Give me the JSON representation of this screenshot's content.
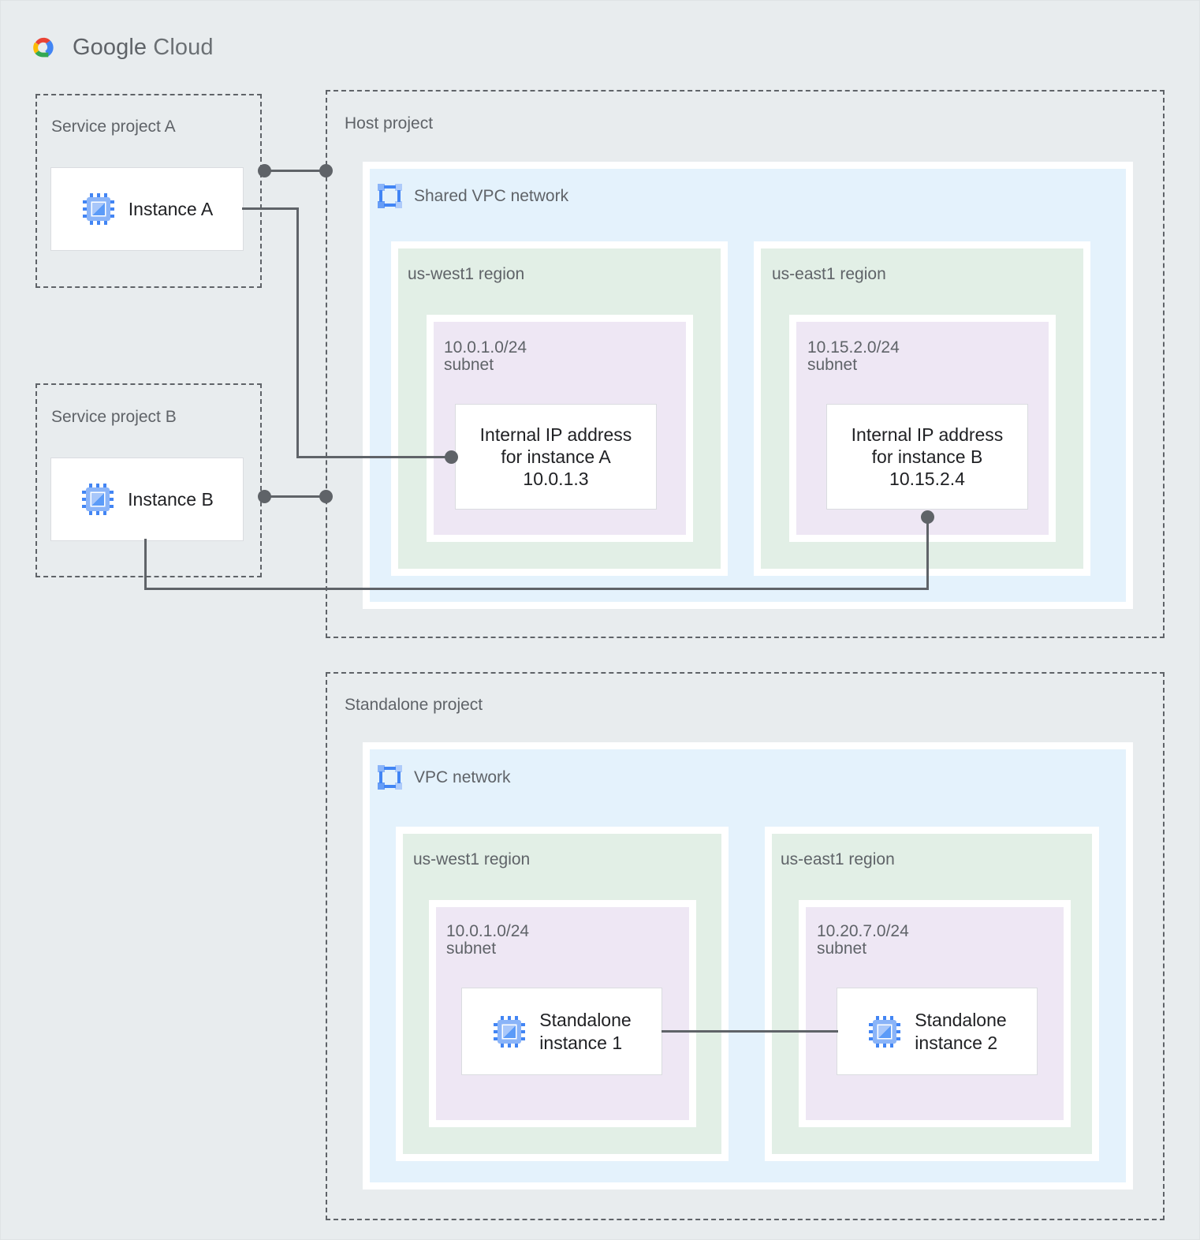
{
  "brand": {
    "name_bold": "Google",
    "name_light": "Cloud",
    "logo_icon": "google-cloud-logo",
    "colors": {
      "red": "#ea4335",
      "blue": "#4285f4",
      "yellow": "#fbbc04",
      "green": "#34a853"
    }
  },
  "palette": {
    "page_background": "#e8ecee",
    "vpc_fill": "#e4f2fc",
    "region_fill": "#e2efe6",
    "subnet_fill": "#eee7f4",
    "card_fill": "#ffffff",
    "label_text": "#5f6368",
    "card_text": "#202124",
    "connector": "#5f6368",
    "icon_blue": "#4285f4",
    "icon_blue_light": "#8ab4f8"
  },
  "service_project_a": {
    "label": "Service project A",
    "instance": {
      "label": "Instance A",
      "icon": "compute-instance-chip-icon"
    }
  },
  "service_project_b": {
    "label": "Service project B",
    "instance": {
      "label": "Instance B",
      "icon": "compute-instance-chip-icon"
    }
  },
  "host_project": {
    "label": "Host project",
    "network": {
      "label": "Shared VPC network",
      "icon": "vpc-network-icon"
    },
    "regions": [
      {
        "label": "us-west1 region",
        "subnet": {
          "label": "10.0.1.0/24\nsubnet",
          "cidr": "10.0.1.0/24",
          "card": {
            "text": "Internal IP address\nfor instance A\n10.0.1.3",
            "ip": "10.0.1.3",
            "instance_ref": "instance A"
          }
        }
      },
      {
        "label": "us-east1 region",
        "subnet": {
          "label": "10.15.2.0/24\nsubnet",
          "cidr": "10.15.2.0/24",
          "card": {
            "text": "Internal IP address\nfor instance B\n10.15.2.4",
            "ip": "10.15.2.4",
            "instance_ref": "instance B"
          }
        }
      }
    ]
  },
  "standalone_project": {
    "label": "Standalone project",
    "network": {
      "label": "VPC network",
      "icon": "vpc-network-icon"
    },
    "regions": [
      {
        "label": "us-west1 region",
        "subnet": {
          "label": "10.0.1.0/24\nsubnet",
          "cidr": "10.0.1.0/24",
          "card": {
            "text": "Standalone\ninstance 1",
            "icon": "compute-instance-chip-icon"
          }
        }
      },
      {
        "label": "us-east1 region",
        "subnet": {
          "label": "10.20.7.0/24\nsubnet",
          "cidr": "10.20.7.0/24",
          "card": {
            "text": "Standalone\ninstance 2",
            "icon": "compute-instance-chip-icon"
          }
        }
      }
    ]
  }
}
